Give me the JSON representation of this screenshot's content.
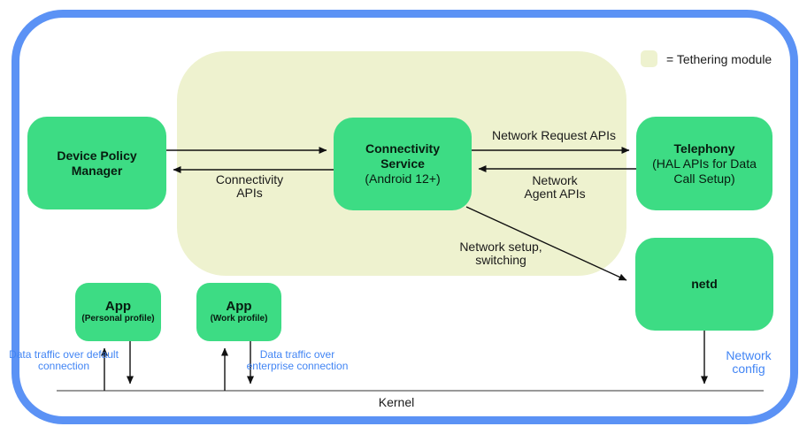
{
  "colors": {
    "node_green": "#3ddc84",
    "module_bg": "#eef2cf",
    "frame_blue": "#5b92f5",
    "annotation_blue": "#4285f4"
  },
  "legend": {
    "label": "= Tethering module"
  },
  "nodes": {
    "dpm": {
      "title": "Device Policy Manager"
    },
    "connectivity": {
      "title": "Connectivity Service",
      "subtitle": "(Android 12+)"
    },
    "telephony": {
      "title": "Telephony",
      "subtitle": "(HAL APIs for Data Call Setup)"
    },
    "netd": {
      "title": "netd"
    },
    "app_personal": {
      "title": "App",
      "subtitle": "(Personal profile)"
    },
    "app_work": {
      "title": "App",
      "subtitle": "(Work profile)"
    }
  },
  "edge_labels": {
    "connectivity_apis": "Connectivity APIs",
    "network_request_apis": "Network Request APIs",
    "network_agent_apis": "Network Agent APIs",
    "network_setup_switching": "Network setup, switching"
  },
  "annotations": {
    "traffic_default": "Data traffic over default connection",
    "traffic_enterprise": "Data traffic over enterprise connection",
    "network_config": "Network config",
    "kernel": "Kernel"
  }
}
